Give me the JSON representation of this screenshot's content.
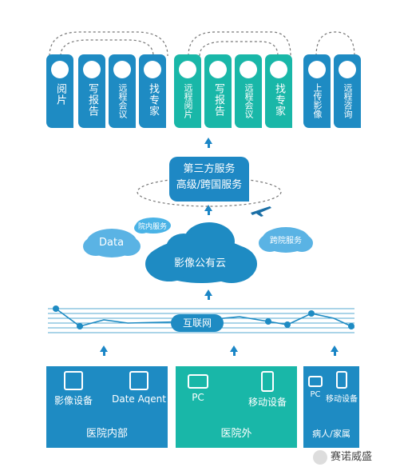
{
  "top_cards": {
    "group1": [
      "阅片",
      "写报告",
      "远程会议",
      "找专家"
    ],
    "group2": [
      "远程阅片",
      "写报告",
      "远程会议",
      "找专家"
    ],
    "group3": [
      "上传影像",
      "远程咨询"
    ]
  },
  "third_party": {
    "line1": "第三方服务",
    "line2": "高级/跨国服务"
  },
  "cloud": {
    "main": "影像公有云",
    "data": "Data",
    "in_hospital": "院内服务",
    "cross_hospital": "跨院服务"
  },
  "network": {
    "label": "互联网"
  },
  "bottom": {
    "inside": {
      "title": "医院内部",
      "items": [
        "影像设备",
        "Date Aqent"
      ]
    },
    "outside": {
      "title": "医院外",
      "items": [
        "PC",
        "移动设备"
      ]
    },
    "patient": {
      "title": "病人/家属",
      "items": [
        "PC",
        "移动设备"
      ]
    }
  },
  "watermark": "赛诺威盛",
  "colors": {
    "blue": "#1e8bc3",
    "teal": "#19b7a8",
    "light_blue": "#4ab3e6"
  }
}
